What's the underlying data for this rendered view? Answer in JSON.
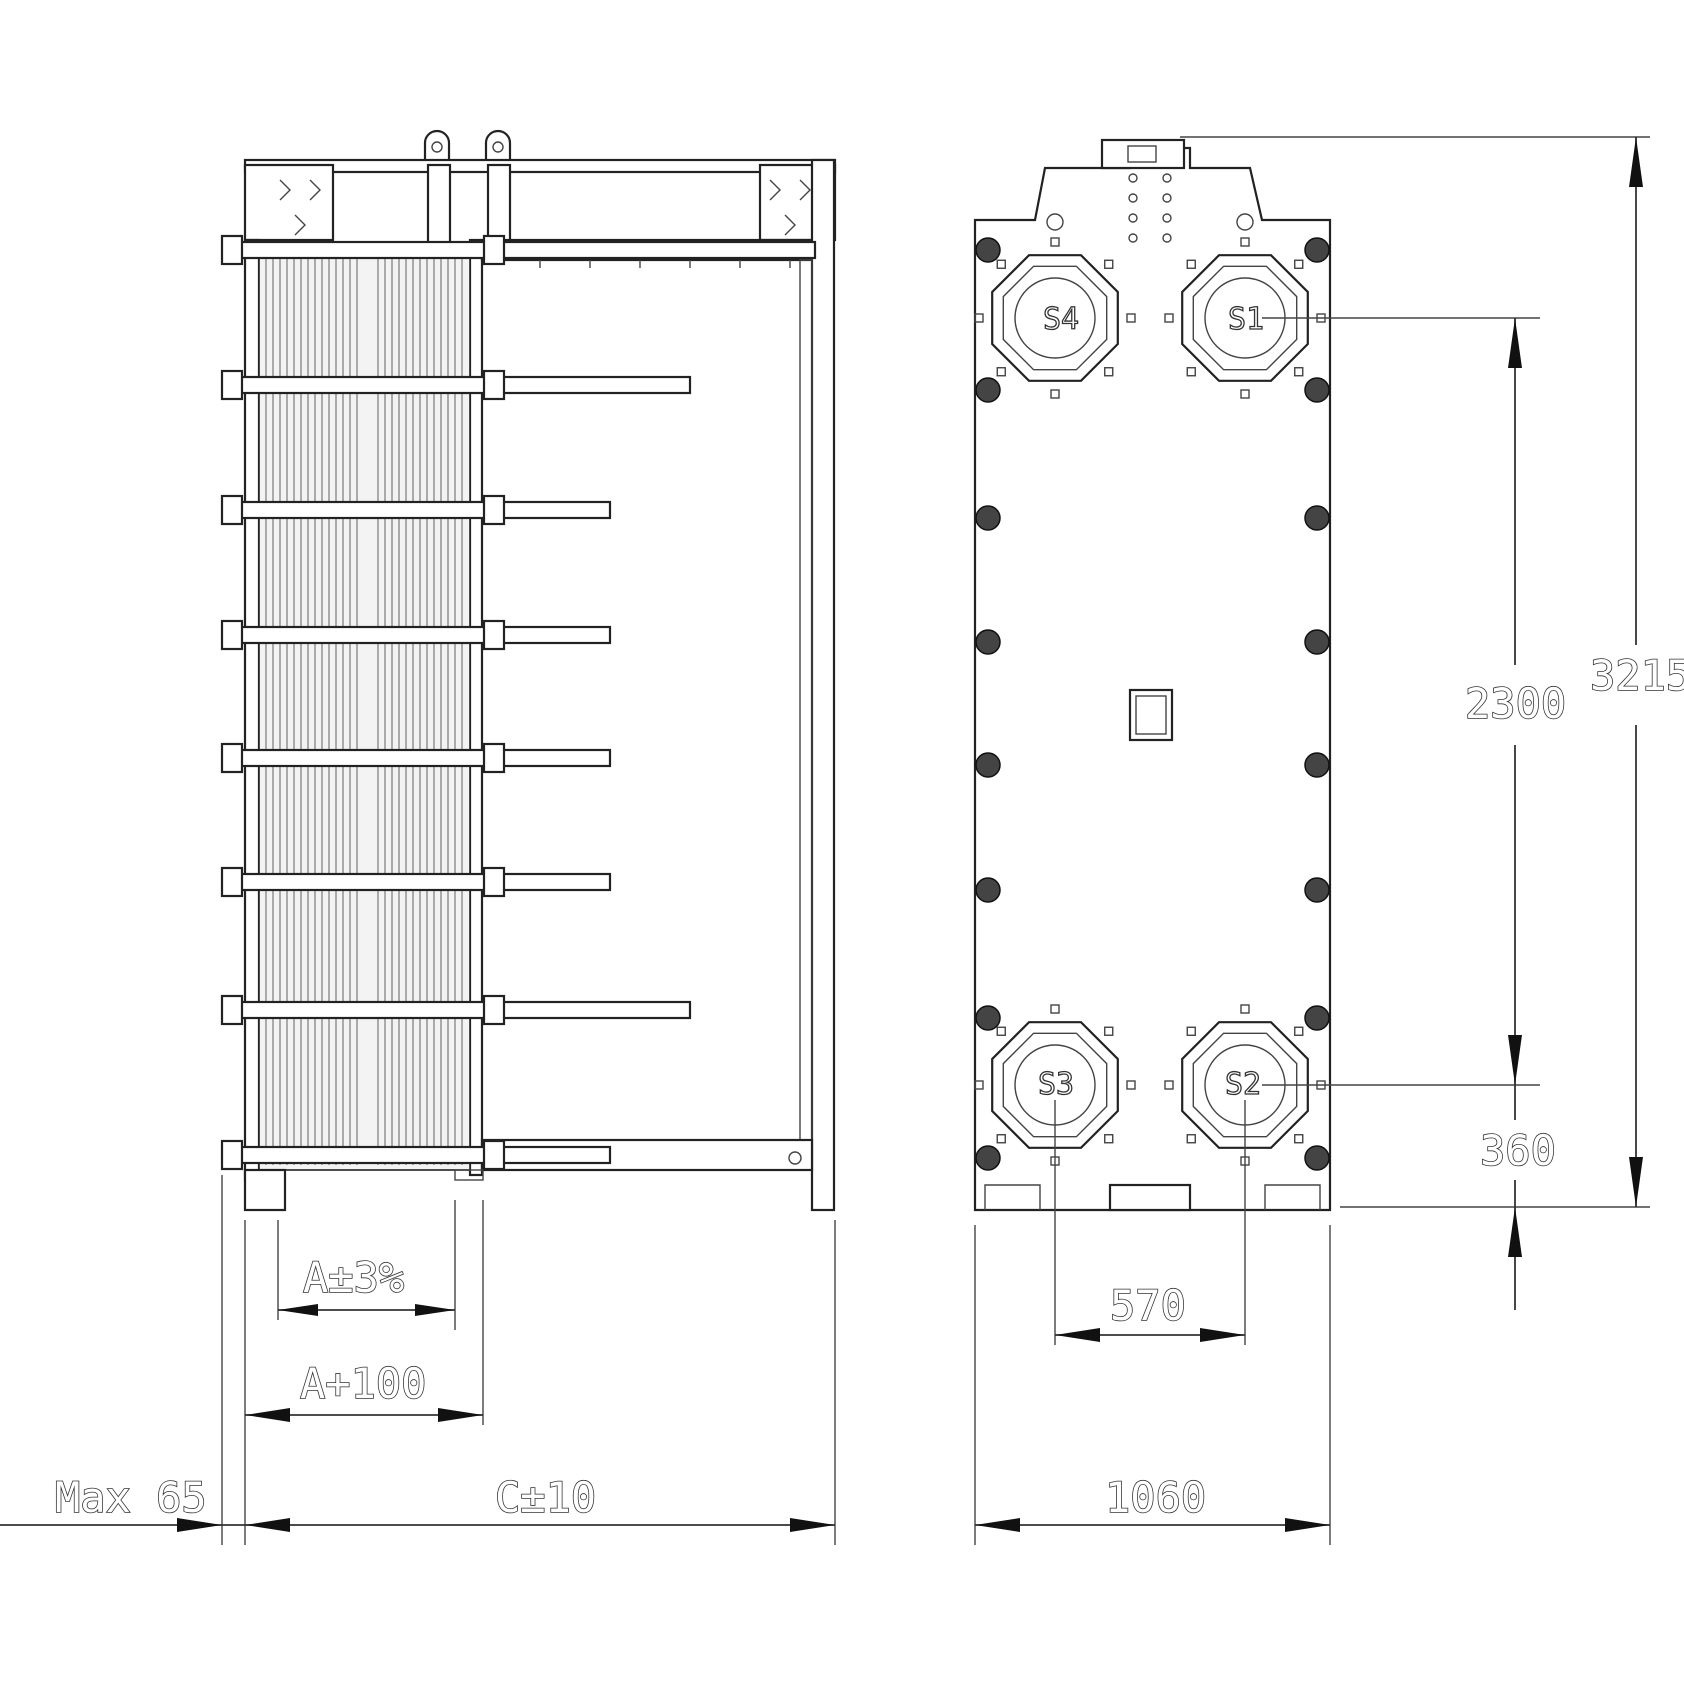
{
  "labels": {
    "max_65": "Max 65",
    "c_10": "C±10",
    "a_100": "A+100",
    "a_3pct": "A±3%",
    "w_1060": "1060",
    "w_570": "570",
    "h_3215": "3215",
    "h_2300": "2300",
    "h_360": "360"
  },
  "ports": {
    "s1": "S1",
    "s2": "S2",
    "s3": "S3",
    "s4": "S4"
  }
}
